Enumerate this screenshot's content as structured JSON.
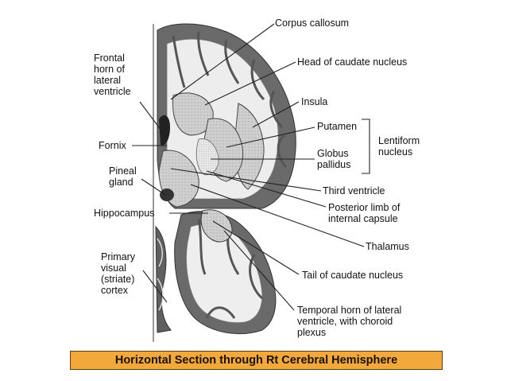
{
  "labels": {
    "corpus_callosum": "Corpus callosum",
    "head_of_caudate": "Head of caudate nucleus",
    "frontal_horn": [
      "Frontal",
      "horn of",
      "lateral",
      "ventricle"
    ],
    "insula": "Insula",
    "putamen": "Putamen",
    "lentiform": [
      "Lentiform",
      "nucleus"
    ],
    "globus_pallidus": [
      "Globus",
      "pallidus"
    ],
    "fornix": "Fornix",
    "pineal_gland": [
      "Pineal",
      "gland"
    ],
    "third_ventricle": "Third ventricle",
    "posterior_limb": [
      "Posterior limb of",
      "internal capsule"
    ],
    "hippocampus": "Hippocampus",
    "thalamus": "Thalamus",
    "primary_visual": [
      "Primary",
      "visual",
      "(striate)",
      "cortex"
    ],
    "tail_of_caudate": "Tail of caudate nucleus",
    "temporal_horn": [
      "Temporal horn of lateral",
      "ventricle, with choroid",
      "plexus"
    ]
  },
  "caption": "Horizontal Section through Rt Cerebral Hemisphere",
  "colors": {
    "caption_bg": "#f2a83a",
    "line": "#222222",
    "tissue_light": "#d9d9d9",
    "tissue_dark": "#5a5a5a"
  }
}
